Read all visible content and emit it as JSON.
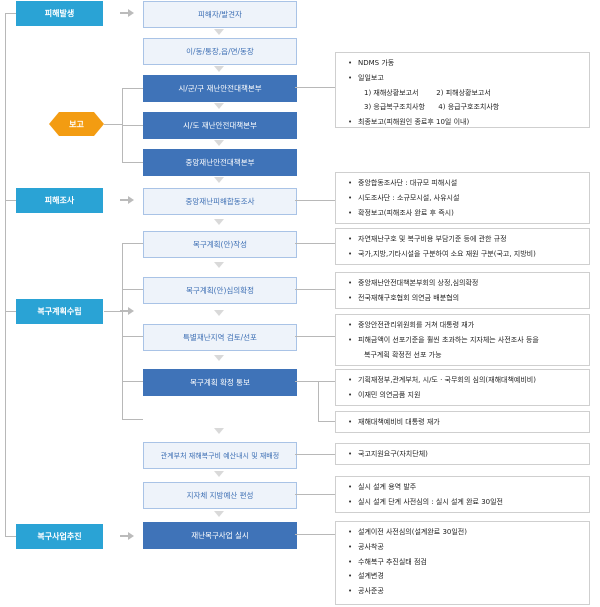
{
  "stages": {
    "s1": "피해발생",
    "s2": "피해조사",
    "s3": "복구계획수립",
    "s4": "복구사업추진"
  },
  "report_label": "보고",
  "steps": [
    "피해자/발견자",
    "이/동/통장,읍/면/동장",
    "시/군/구 재난안전대책본부",
    "시/도 재난안전대책본부",
    "중앙재난안전대책본부",
    "중앙재난피해합동조사",
    "복구계획(안)작성",
    "복구계획(안)심의확정",
    "특별재난지역 검토/선포",
    "복구계획 확정 통보",
    "관계부처 재해복구비 예산내시 및 재배정",
    "지자체 지방예산 편성",
    "재난복구사업 실시"
  ],
  "notes": {
    "n1": {
      "i1": "NDMS 가동",
      "i2": "일일보고",
      "i3": "1) 재해상황보고서        2) 피해상황보고서",
      "i4": "3) 응급복구조치사항      4) 응급구호조치사항",
      "i5": "최종보고(피해원인 종료후 10일 이내)"
    },
    "n2": {
      "i1": "중앙합동조사단 : 대규모 피해시설",
      "i2": "시도조사단 : 소규모시설, 사유시설",
      "i3": "확정보고(피해조사 완료 후 즉시)"
    },
    "n3": {
      "i1": "자연재난구호 및 복구비용 부담기준 등에 관한 규정",
      "i2": "국가,지방,기타시설을 구분하여 소요 재원 구분(국고, 지방비)"
    },
    "n4": {
      "i1": "중앙재난안전대책본부회의 상정,심의확정",
      "i2": "전국재해구호협회 의연금 배분협의"
    },
    "n5": {
      "i1": "중앙안전관리위원회를 거쳐 대통령 재가",
      "i2": "피해금액이 선포기준을 훨씬 초과하는 지자체는 사전조사 등을",
      "i3": "복구계획 확정전 선포 가능"
    },
    "n6": {
      "i1": "기획재정부,관계부처, 시/도 · 국무회의 심의(재해대책예비비)",
      "i2": "이재민 의연금품 지원"
    },
    "n7": {
      "i1": "재해대책예비비 대통령 재가"
    },
    "n8": {
      "i1": "국고지원요구(자치단체)"
    },
    "n9": {
      "i1": "실시 설계 용역 발주",
      "i2": "실시 설계 단계 사전심의 : 실시 설계 완료 30일전"
    },
    "n10": {
      "i1": "설계이전 사전심의(설계완료 30일전)",
      "i2": "공사착공",
      "i3": "수해복구 추진실태 점검",
      "i4": "설계변경",
      "i5": "공사준공"
    }
  },
  "colors": {
    "stage": "#2aa3d5",
    "report": "#f39c12",
    "box_light": "#eef3fa",
    "box_dark": "#3f73b8"
  }
}
